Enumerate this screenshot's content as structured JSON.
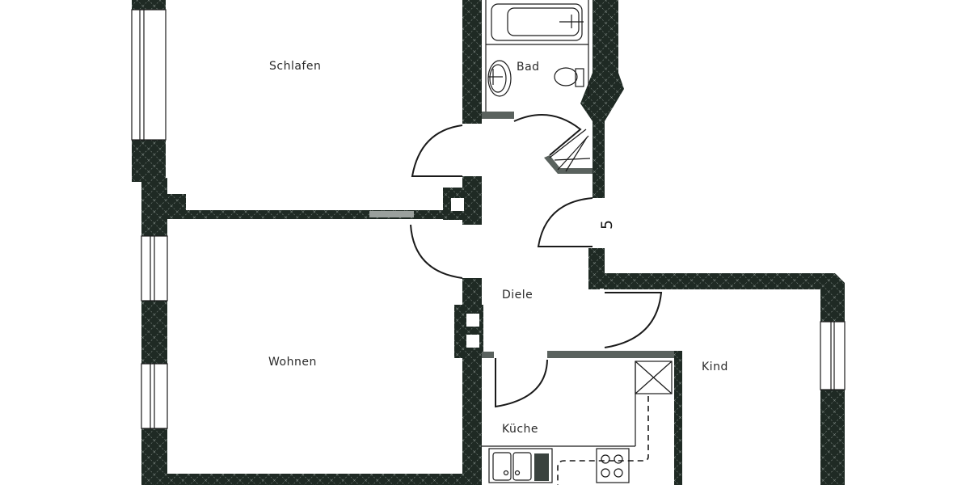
{
  "floor_plan": {
    "rooms": [
      {
        "id": "schlafen",
        "label": "Schlafen"
      },
      {
        "id": "bad",
        "label": "Bad"
      },
      {
        "id": "diele",
        "label": "Diele"
      },
      {
        "id": "wohnen",
        "label": "Wohnen"
      },
      {
        "id": "kueche",
        "label": "Küche"
      },
      {
        "id": "kind",
        "label": "Kind"
      }
    ],
    "unit_marker": "5",
    "colors": {
      "wall": "#1f2a24",
      "background": "#ffffff",
      "line": "#1a1a1a"
    }
  }
}
